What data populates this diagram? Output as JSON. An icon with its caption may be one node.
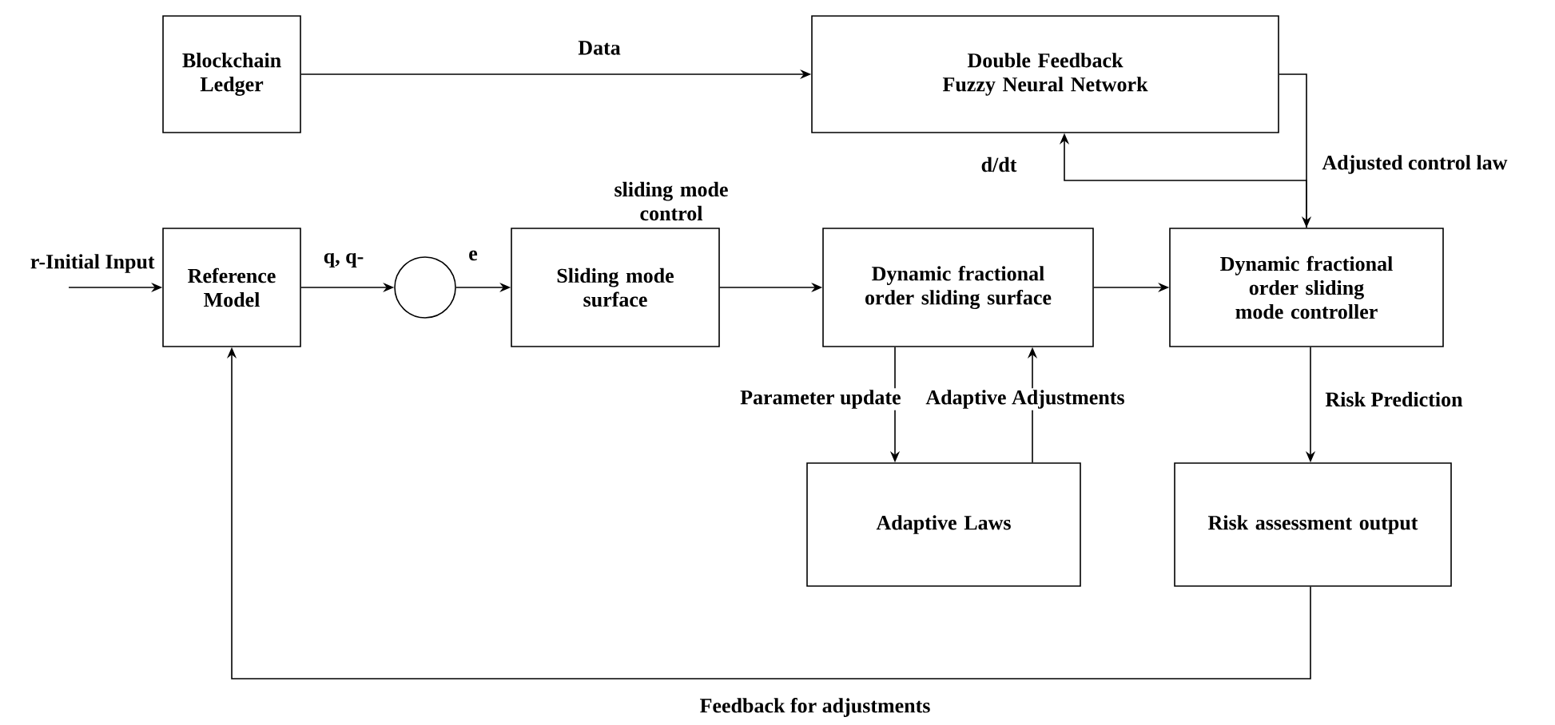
{
  "diagram": {
    "nodes": [
      {
        "text": [
          "Blockchain Ledger"
        ]
      },
      {
        "text": [
          "Double Feedback Fuzzy Neural Network"
        ]
      },
      {
        "text": [
          "Reference Model"
        ]
      },
      {
        "text": [],
        "shape": "circle"
      },
      {
        "text": [
          "Sliding mode surface"
        ]
      },
      {
        "text": [
          "Dynamic fractional order sliding surface"
        ]
      },
      {
        "text": [
          "Dynamic fractional order sliding mode controller"
        ]
      },
      {
        "text": [
          "Adaptive Laws"
        ]
      },
      {
        "text": [
          "Risk assessment output"
        ]
      }
    ],
    "edges": [
      {
        "from": 0,
        "to": 1,
        "arrow": "to",
        "label": "Data"
      },
      {
        "from": null,
        "to": 2,
        "arrow": "to",
        "label": "r-Initial Input"
      },
      {
        "from": 2,
        "to": 3,
        "arrow": "to",
        "label": "q, q-"
      },
      {
        "from": 3,
        "to": 4,
        "arrow": "to",
        "label": "e"
      },
      {
        "from": 4,
        "to": 5,
        "arrow": "to",
        "label": "sliding mode control"
      },
      {
        "from": 5,
        "to": 6,
        "arrow": "to"
      },
      {
        "from": 1,
        "to": 6,
        "arrow": "to",
        "label": "Adjusted control law"
      },
      {
        "from": 6,
        "to": 1,
        "arrow": "to",
        "label": "d/dt"
      },
      {
        "from": 5,
        "to": 7,
        "arrow": "to",
        "label": "Parameter update"
      },
      {
        "from": 7,
        "to": 5,
        "arrow": "to",
        "label": "Adaptive Adjustments"
      },
      {
        "from": 6,
        "to": 8,
        "arrow": "to",
        "label": "Risk Prediction"
      },
      {
        "from": 8,
        "to": 2,
        "arrow": "to",
        "label": "Feedback for adjustments"
      }
    ]
  }
}
